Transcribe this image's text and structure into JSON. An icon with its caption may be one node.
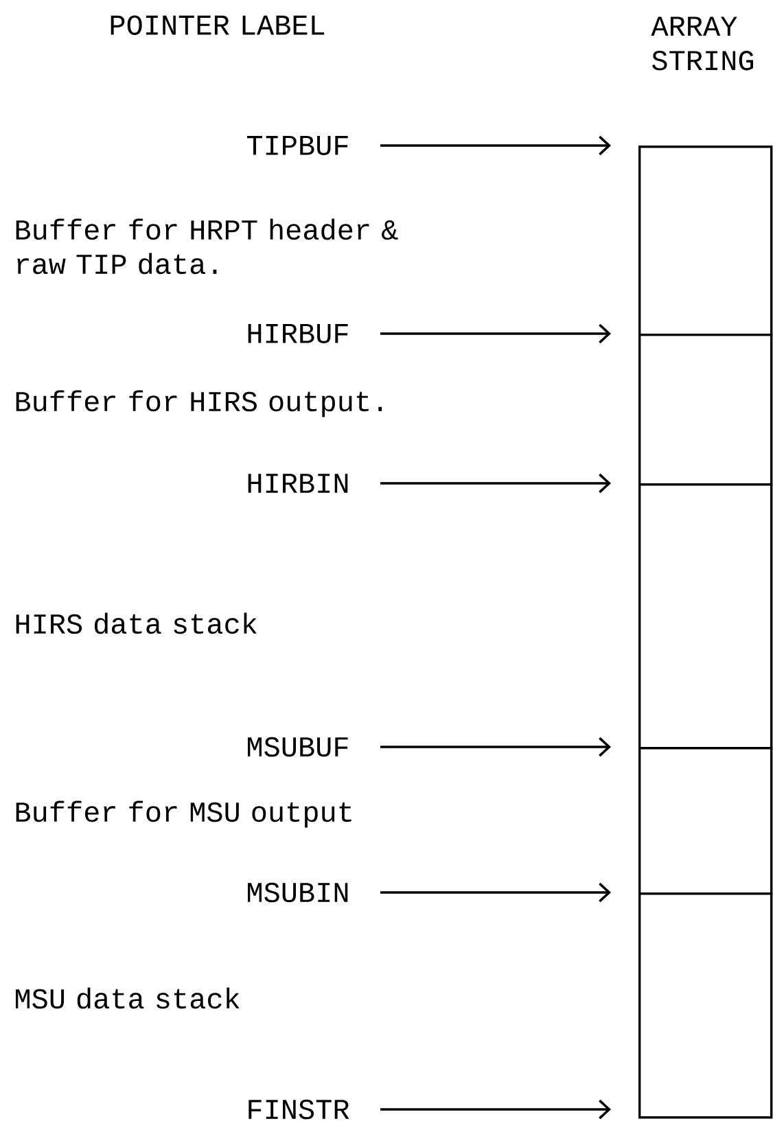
{
  "diagram": {
    "nodes": [
      {
        "text": [
          "ARRAY STRING"
        ]
      },
      {
        "text": [],
        "shape": "box",
        "in": 0
      },
      {
        "text": [],
        "shape": "box",
        "in": 0
      },
      {
        "text": [],
        "shape": "box",
        "in": 0
      },
      {
        "text": [],
        "shape": "box",
        "in": 0
      },
      {
        "text": [],
        "shape": "box",
        "in": 0
      },
      {
        "text": [
          "TIPBUF"
        ]
      },
      {
        "text": [
          "HIRBUF"
        ]
      },
      {
        "text": [
          "HIRBIN"
        ]
      },
      {
        "text": [
          "MSUBUF"
        ]
      },
      {
        "text": [
          "MSUBIN"
        ]
      },
      {
        "text": [
          "FINSTR"
        ]
      }
    ],
    "edges": [
      {
        "from": 6,
        "to": 1,
        "arrow": "to"
      },
      {
        "from": 7,
        "to": 2,
        "arrow": "to"
      },
      {
        "from": 8,
        "to": 3,
        "arrow": "to"
      },
      {
        "from": 9,
        "to": 4,
        "arrow": "to"
      },
      {
        "from": 10,
        "to": 5,
        "arrow": "to"
      },
      {
        "from": 11,
        "to": 5,
        "arrow": "to"
      }
    ],
    "labels": [
      "POINTER LABEL",
      "Buffer for HRPT header & raw TIP data.",
      "Buffer for HIRS output.",
      "HIRS data stack",
      "Buffer for MSU output",
      "MSU data stack"
    ]
  }
}
